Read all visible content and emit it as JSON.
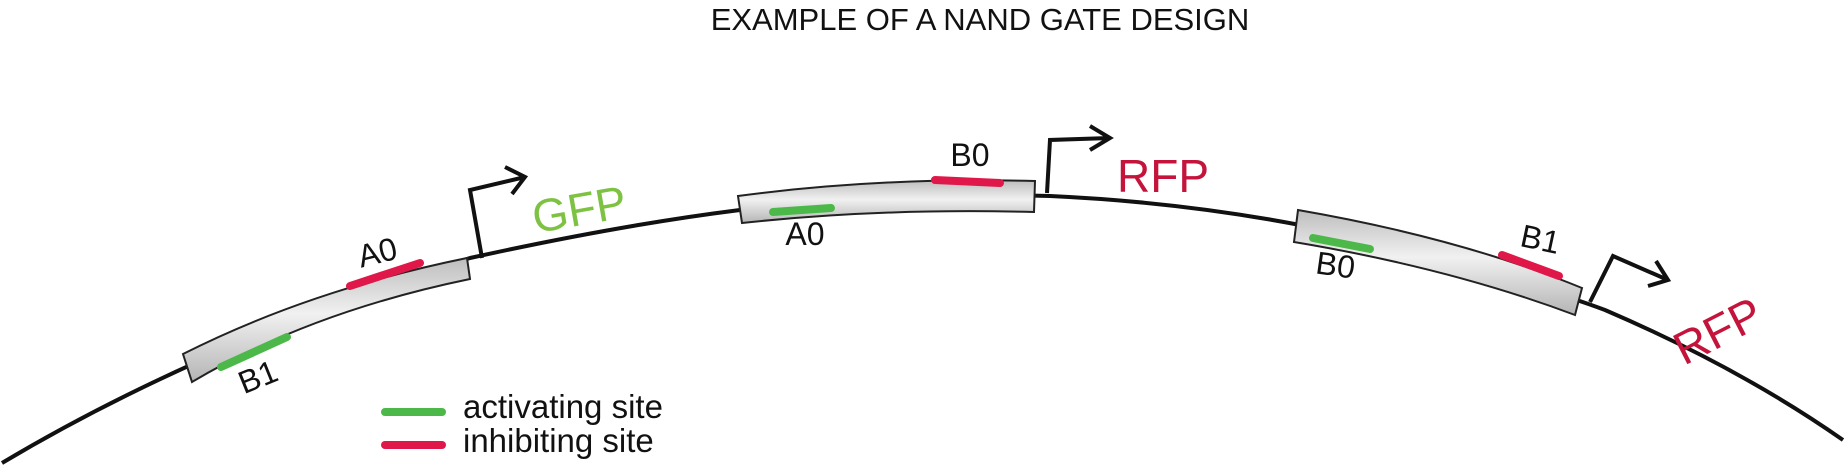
{
  "title": "EXAMPLE OF A NAND GATE DESIGN",
  "colors": {
    "activating": "#4cb849",
    "inhibiting": "#e0184a",
    "gfp": "#7dc242",
    "rfp": "#c4143c",
    "backbone": "#111111",
    "module_fill": "#d6d6d6",
    "module_stroke": "#222222"
  },
  "modules": [
    {
      "id": "module-left",
      "sites": [
        {
          "label": "A0",
          "type": "inhibiting"
        },
        {
          "label": "B1",
          "type": "activating"
        }
      ],
      "reporter": {
        "label": "GFP",
        "color_key": "gfp"
      }
    },
    {
      "id": "module-middle",
      "sites": [
        {
          "label": "B0",
          "type": "inhibiting"
        },
        {
          "label": "A0",
          "type": "activating"
        }
      ],
      "reporter": {
        "label": "RFP",
        "color_key": "rfp"
      }
    },
    {
      "id": "module-right",
      "sites": [
        {
          "label": "B0",
          "type": "activating"
        },
        {
          "label": "B1",
          "type": "inhibiting"
        }
      ],
      "reporter": {
        "label": "RFP",
        "color_key": "rfp"
      }
    }
  ],
  "legend": [
    {
      "label": "activating site",
      "type": "activating"
    },
    {
      "label": "inhibiting site",
      "type": "inhibiting"
    }
  ]
}
